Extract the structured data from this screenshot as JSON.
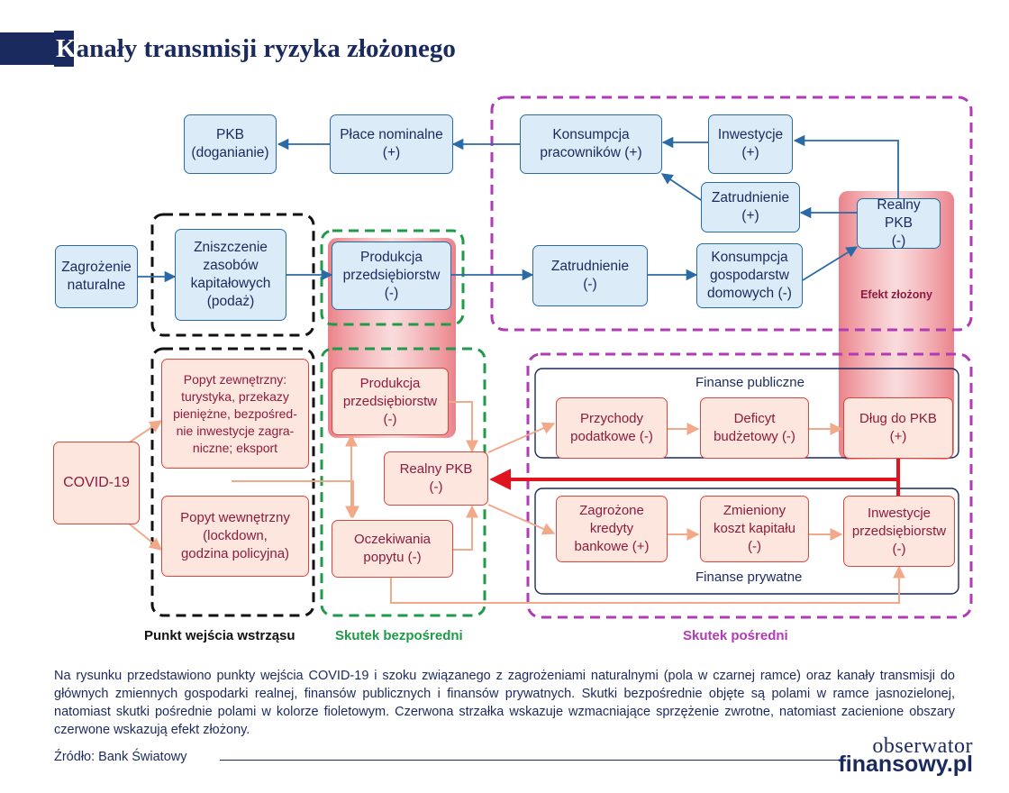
{
  "title_first": "K",
  "title_rest": "anały transmisji ryzyka złożonego",
  "nodes": {
    "pkb_doganianie": "PKB\n(doganianie)",
    "place": "Płace nominalne\n(+)",
    "konsumpcja_prac": "Konsumpcja\npracowników (+)",
    "inwestycje_top": "Inwestycje\n(+)",
    "zatrudnienie_top": "Zatrudnienie\n(+)",
    "realny_pkb_top": "Realny PKB\n(-)",
    "zagrozenie": "Zagrożenie\nnaturalne",
    "zniszczenie": "Zniszczenie\nzasobów\nkapitałowych\n(podaż)",
    "produkcja_top": "Produkcja\nprzedsiębiorstw\n(-)",
    "zatrudnienie_mid": "Zatrudnienie\n(-)",
    "konsumpcja_gosp": "Konsumpcja\ngospodarstw\ndomowych (-)",
    "efekt": "Efekt złożony",
    "popyt_zew": "Popyt zewnętrzny:\nturystyka, przekazy\npieniężne, bezpośred-\nnie inwestycje zagra-\nniczne; eksport",
    "covid": "COVID-19",
    "popyt_wew": "Popyt wewnętrzny\n(lockdown,\ngodzina policyjna)",
    "produkcja_low": "Produkcja\nprzedsiębiorstw\n(-)",
    "realny_pkb_low": "Realny PKB\n(-)",
    "oczekiwania": "Oczekiwania\npopytu (-)",
    "przychody": "Przychody\npodatkowe (-)",
    "deficyt": "Deficyt\nbudżetowy (-)",
    "dlug": "Dług do PKB\n(+)",
    "zagrozone": "Zagrożone\nkredyty\nbankowe (+)",
    "koszt": "Zmieniony\nkoszt kapitału\n(-)",
    "inwestycje_low": "Inwestycje\nprzedsiębiorstw\n(-)"
  },
  "labels": {
    "finanse_publiczne": "Finanse publiczne",
    "finanse_prywatne": "Finanse prywatne",
    "punkt": "Punkt wejścia wstrząsu",
    "bezposredni": "Skutek bezpośredni",
    "posredni": "Skutek pośredni"
  },
  "caption": "Na rysunku przedstawiono punkty wejścia COVID-19 i szoku związanego z zagrożeniami naturalnymi (pola w czarnej ramce) oraz kanały transmisji do głównych zmiennych gospodarki realnej, finansów publicznych i finansów prywatnych. Skutki bezpośrednie objęte są polami w ramce jasnozielonej, natomiast skutki pośrednie polami w kolorze fioletowym. Czerwona strzałka wskazuje wzmacniające sprzężenie zwrotne, natomiast zacienione obszary czerwone wskazują efekt złożony.",
  "source": "Źródło: Bank Światowy",
  "logo_line1": "obserwator",
  "logo_line2": "finansowy.pl",
  "colors": {
    "navy": "#1b2a5e",
    "blue_arrow": "#2a6aa6",
    "pink_arrow": "#f2a98a",
    "red_arrow": "#e0141e",
    "black_frame": "#111111",
    "green_frame": "#1f9a48",
    "purple_frame": "#b13ab5"
  }
}
